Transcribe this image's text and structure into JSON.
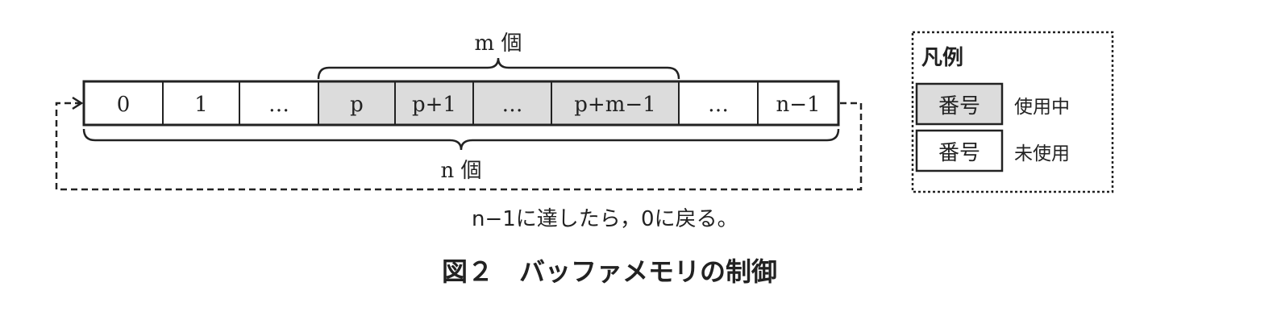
{
  "cells": [
    {
      "label": "0",
      "in_use": false
    },
    {
      "label": "1",
      "in_use": false
    },
    {
      "label": "…",
      "in_use": false
    },
    {
      "label": "p",
      "in_use": true
    },
    {
      "label": "p+1",
      "in_use": true
    },
    {
      "label": "…",
      "in_use": true
    },
    {
      "label": "p+m−1",
      "in_use": true
    },
    {
      "label": "…",
      "in_use": false
    },
    {
      "label": "n−1",
      "in_use": false
    }
  ],
  "m_label": "m 個",
  "n_label": "n 個",
  "wrap_note": "n−1に達したら，0に戻る。",
  "caption": "図２　バッファメモリの制御",
  "legend": {
    "title": "凡例",
    "items": [
      {
        "box": "番号",
        "text": "使用中",
        "in_use": true
      },
      {
        "box": "番号",
        "text": "未使用",
        "in_use": false
      }
    ]
  },
  "colors": {
    "in_use": "#dcdcdc",
    "unused": "#ffffff",
    "line": "#222222"
  }
}
